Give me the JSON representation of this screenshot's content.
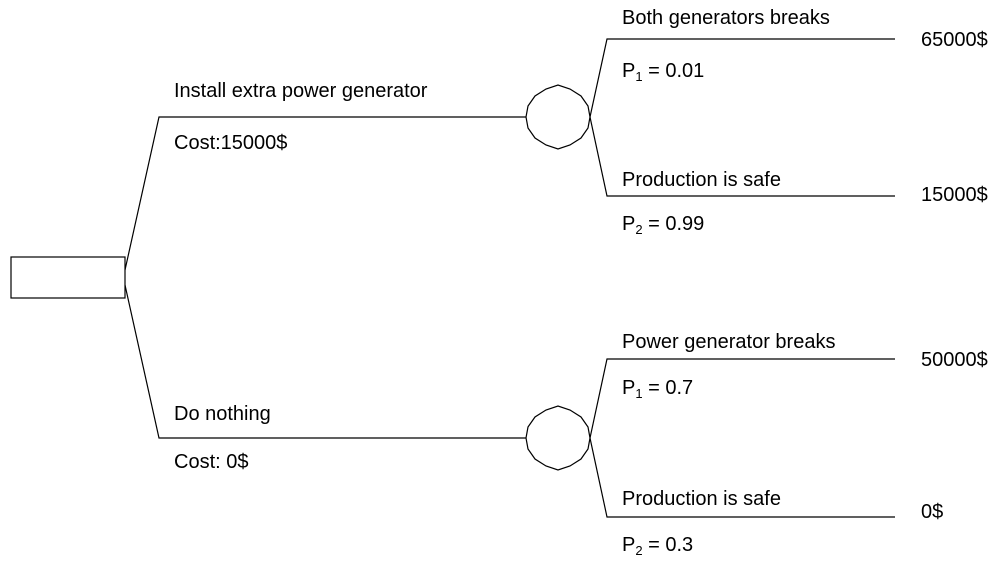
{
  "decision_node": {},
  "options": [
    {
      "name": "Install extra power generator",
      "cost": "Cost:15000$",
      "outcomes": [
        {
          "name": "Both generators breaks",
          "prob_prefix": "P",
          "prob_sub": "1",
          "prob_value": " = 0.01",
          "payoff": "65000$"
        },
        {
          "name": "Production is safe",
          "prob_prefix": "P",
          "prob_sub": "2",
          "prob_value": " = 0.99",
          "payoff": "15000$"
        }
      ]
    },
    {
      "name": "Do nothing",
      "cost": "Cost: 0$",
      "outcomes": [
        {
          "name": "Power generator breaks",
          "prob_prefix": "P",
          "prob_sub": "1",
          "prob_value": " = 0.7",
          "payoff": "50000$"
        },
        {
          "name": "Production is safe",
          "prob_prefix": "P",
          "prob_sub": "2",
          "prob_value": " = 0.3",
          "payoff": "0$"
        }
      ]
    }
  ]
}
